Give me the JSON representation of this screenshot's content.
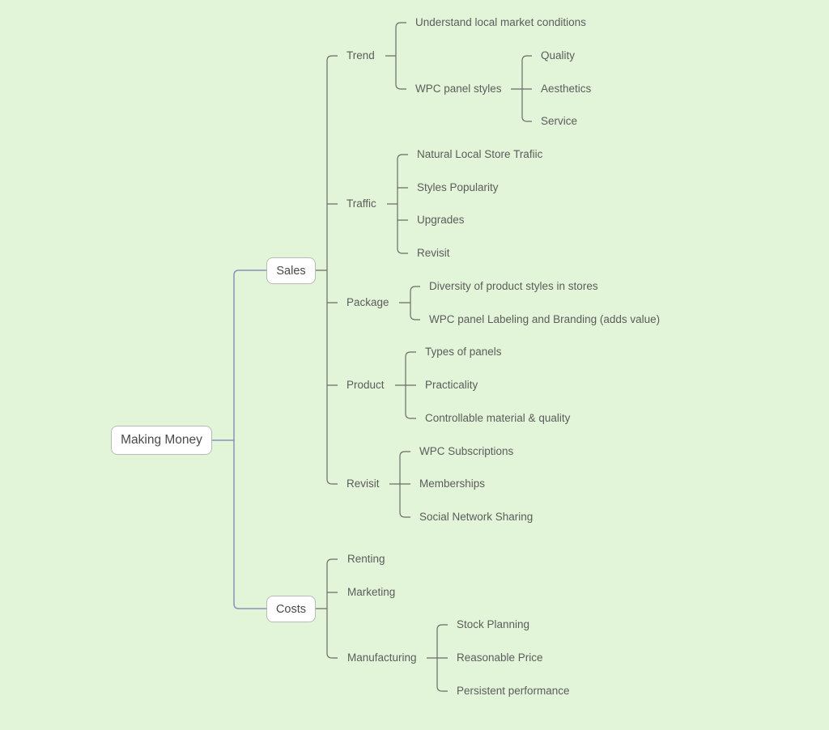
{
  "mindmap": {
    "root": "Making Money",
    "branches": [
      {
        "label": "Sales",
        "children": [
          {
            "label": "Trend",
            "children": [
              {
                "label": "Understand local market conditions"
              },
              {
                "label": "WPC panel styles",
                "children": [
                  {
                    "label": "Quality"
                  },
                  {
                    "label": "Aesthetics"
                  },
                  {
                    "label": "Service"
                  }
                ]
              }
            ]
          },
          {
            "label": "Traffic",
            "children": [
              {
                "label": "Natural Local Store Trafiic"
              },
              {
                "label": "Styles Popularity"
              },
              {
                "label": "Upgrades"
              },
              {
                "label": "Revisit"
              }
            ]
          },
          {
            "label": "Package",
            "children": [
              {
                "label": "Diversity of product styles in stores"
              },
              {
                "label": "WPC panel Labeling and Branding (adds value)"
              }
            ]
          },
          {
            "label": "Product",
            "children": [
              {
                "label": "Types of panels"
              },
              {
                "label": "Practicality"
              },
              {
                "label": "Controllable material & quality"
              }
            ]
          },
          {
            "label": "Revisit",
            "children": [
              {
                "label": "WPC Subscriptions"
              },
              {
                "label": "Memberships"
              },
              {
                "label": "Social Network Sharing"
              }
            ]
          }
        ]
      },
      {
        "label": "Costs",
        "children": [
          {
            "label": "Renting"
          },
          {
            "label": "Marketing"
          },
          {
            "label": "Manufacturing",
            "children": [
              {
                "label": "Stock Planning"
              },
              {
                "label": "Reasonable Price"
              },
              {
                "label": "Persistent performance"
              }
            ]
          }
        ]
      }
    ]
  },
  "colors": {
    "background": "#e3f5d9",
    "root_connector": "#8b90b8",
    "connector": "#6b6b6b",
    "node_box": "#ffffff",
    "text": "#5c5c5c"
  }
}
